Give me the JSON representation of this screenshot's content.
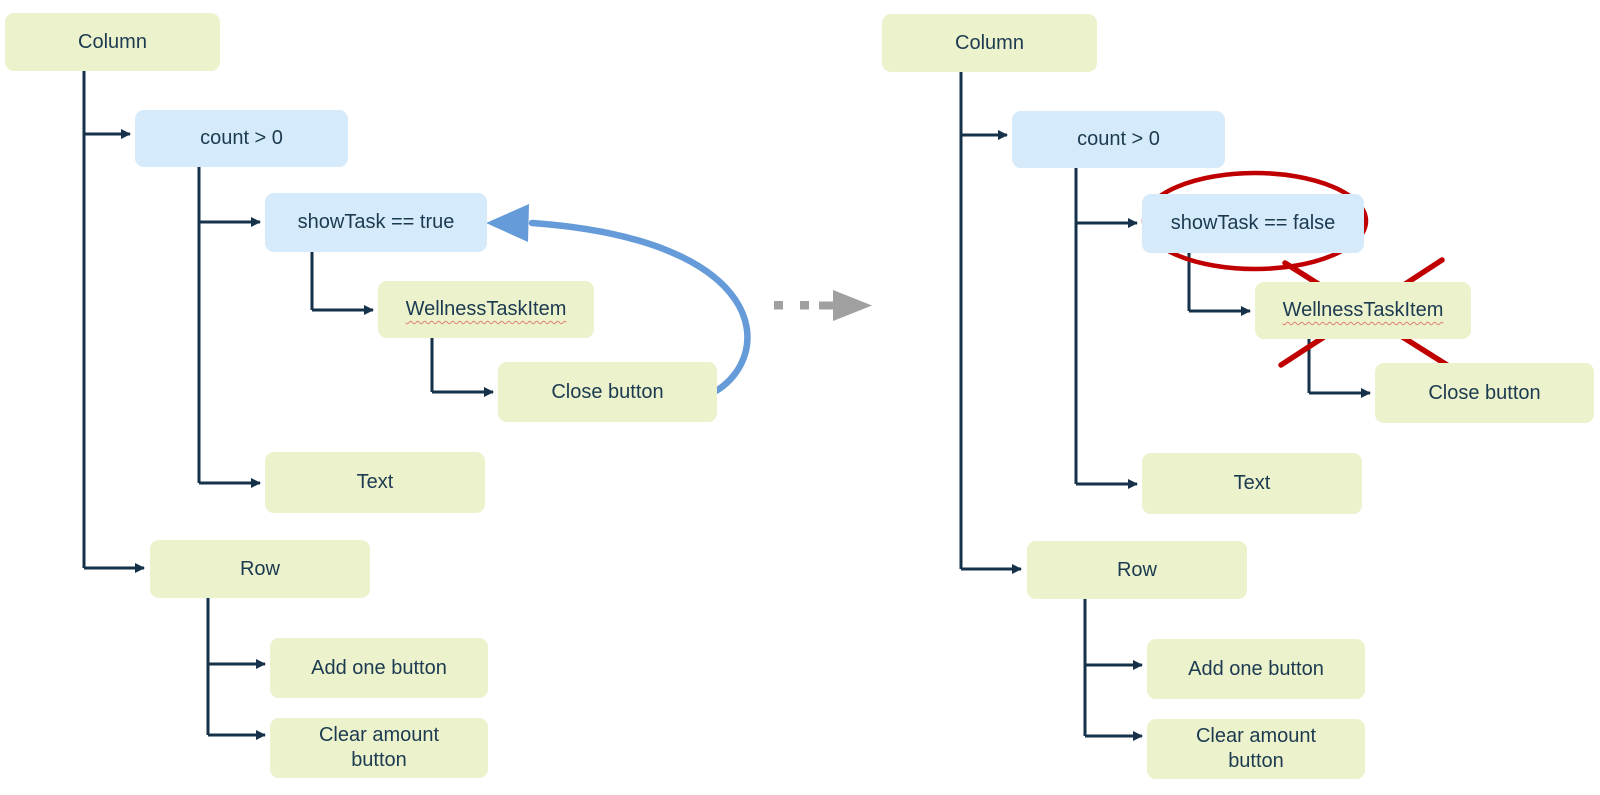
{
  "left_tree": {
    "column": "Column",
    "count_condition": "count > 0",
    "show_task_condition": "showTask == true",
    "wellness_task_item": "WellnessTaskItem",
    "close_button": "Close button",
    "text": "Text",
    "row": "Row",
    "add_one_button": "Add one button",
    "clear_amount_button": "Clear amount button"
  },
  "right_tree": {
    "column": "Column",
    "count_condition": "count > 0",
    "show_task_condition": "showTask == false",
    "wellness_task_item": "WellnessTaskItem",
    "close_button": "Close button",
    "text": "Text",
    "row": "Row",
    "add_one_button": "Add one button",
    "clear_amount_button": "Clear amount button"
  },
  "colors": {
    "composable_node_fill": "#ebf2cc",
    "conditional_node_fill": "#d5eafa",
    "tree_line_and_text": "#1c3a50",
    "recompose_arrow_blue": "#649bd8",
    "transition_arrow_gray": "#a0a0a0",
    "annotation_red": "#c00000",
    "squiggle_underline": "#e08070"
  }
}
